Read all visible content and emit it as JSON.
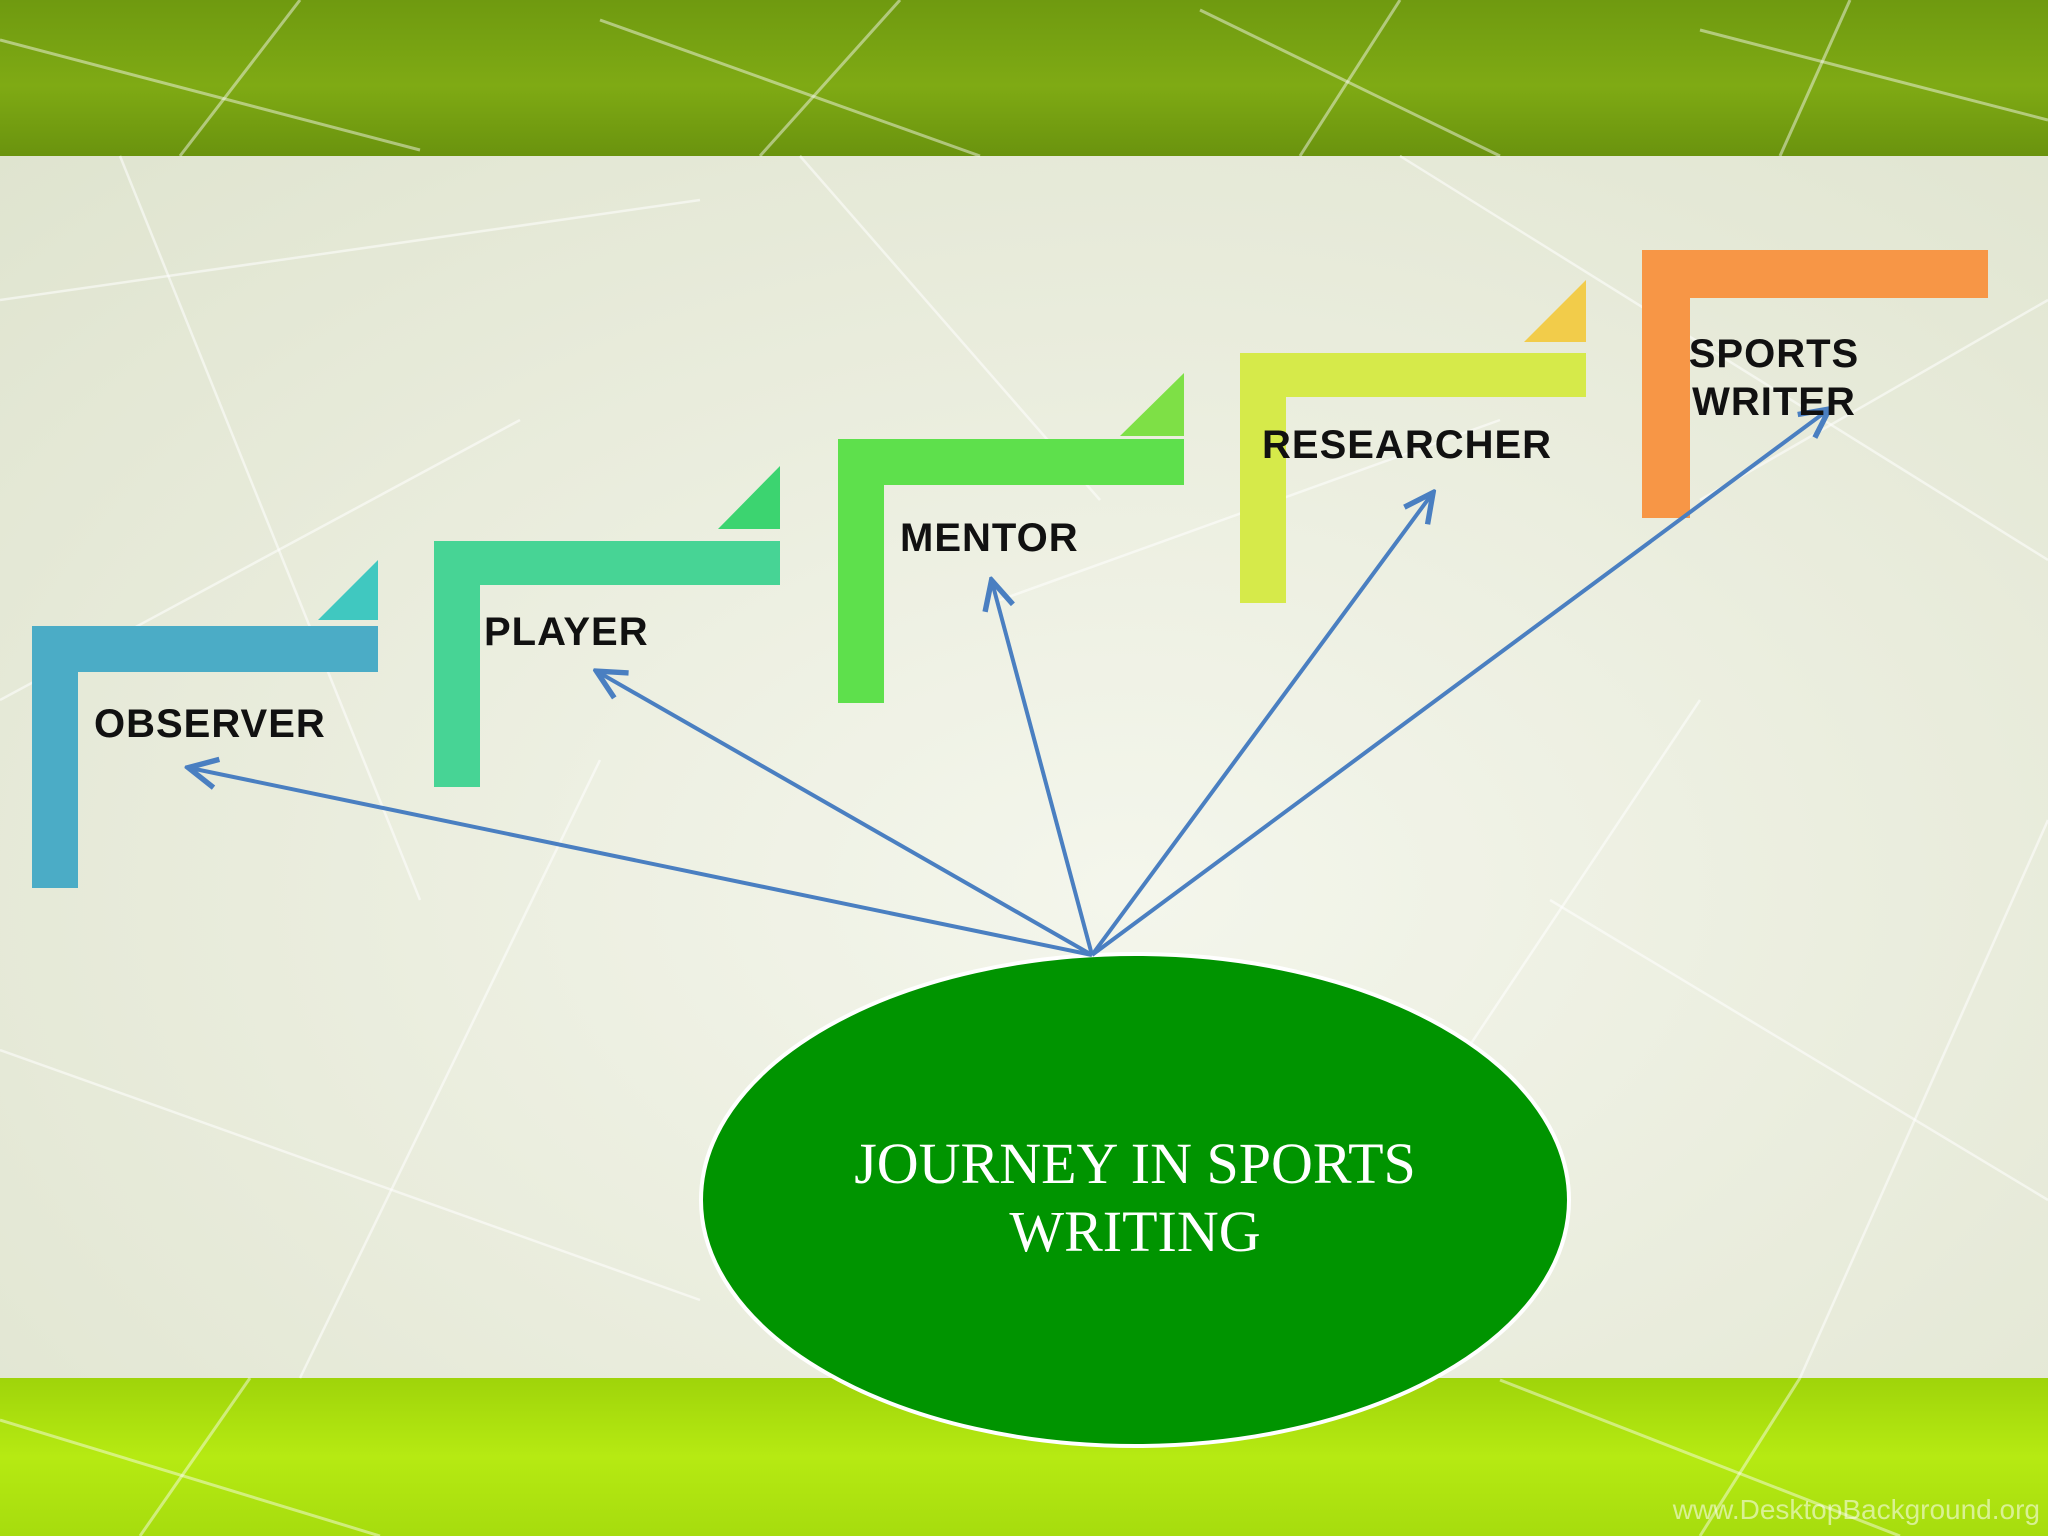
{
  "diagram": {
    "center": {
      "title": "JOURNEY IN SPORTS WRITING",
      "fill": "#009400"
    },
    "steps": [
      {
        "label": "OBSERVER",
        "color": "#4bacc6"
      },
      {
        "label": "PLAYER",
        "color": "#47d495"
      },
      {
        "label": "MENTOR",
        "color": "#5ee04c"
      },
      {
        "label": "RESEARCHER",
        "color": "#d6ea4a"
      },
      {
        "label": "SPORTS WRITER",
        "color": "#f79646"
      }
    ],
    "arrow_color": "#4a7fc1"
  },
  "watermark": "www.DesktopBackground.org"
}
